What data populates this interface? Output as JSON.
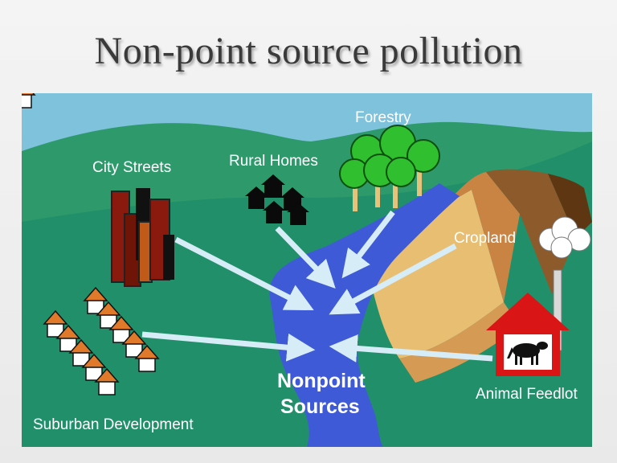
{
  "slide": {
    "title": "Non-point source pollution"
  },
  "diagram": {
    "labels": {
      "city_streets": "City Streets",
      "rural_homes": "Rural Homes",
      "forestry": "Forestry",
      "cropland": "Cropland",
      "suburban": "Suburban Development",
      "animal_feedlot": "Animal Feedlot",
      "center_line1": "Nonpoint",
      "center_line2": "Sources"
    },
    "colors": {
      "sky": "#7fc2dc",
      "hills": "#2e9a6c",
      "ground": "#21906a",
      "river": "#3f5ad6",
      "arrow": "#d6ecf6",
      "farm_red": "#d91515"
    }
  }
}
